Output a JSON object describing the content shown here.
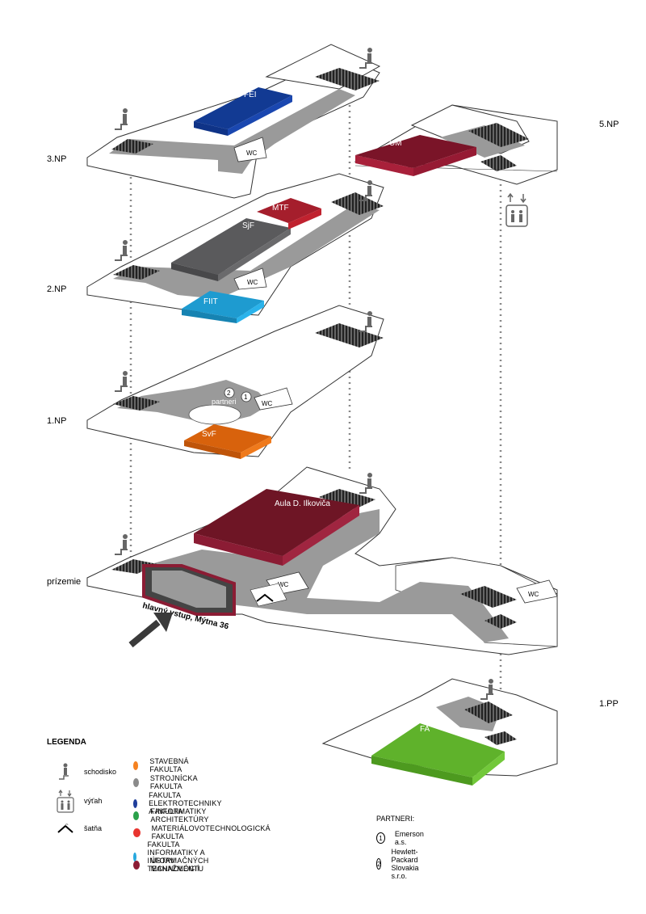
{
  "floors": {
    "np5": "5.NP",
    "np3": "3.NP",
    "np2": "2.NP",
    "np1": "1.NP",
    "ground": "prízemie",
    "pp1": "1.PP"
  },
  "blocks": {
    "fei": "FEI",
    "um": "ÚM",
    "mtf": "MTF",
    "sjf": "SjF",
    "fiit": "FIIT",
    "svf": "SvF",
    "aula": "Aula D. Ilkoviča",
    "fa": "FA"
  },
  "wc_label": "WC",
  "partners_area": "partneri",
  "partner_markers": [
    "2",
    "1"
  ],
  "entrance": "hlavný vstup, Mýtna 36",
  "legend": {
    "title": "LEGENDA",
    "symbols": {
      "stairs": "schodisko",
      "elevator": "výťah",
      "cloakroom": "šatňa"
    },
    "faculties": [
      {
        "label": "STAVEBNÁ FAKULTA",
        "color": "#f58220"
      },
      {
        "label": "STROJNÍCKA FAKULTA",
        "color": "#8a8a8a"
      },
      {
        "label": "FAKULTA ELEKTROTECHNIKY A INFORMATIKY",
        "color": "#1f3e9b"
      },
      {
        "label": "FAKULTA ARCHITEKTÚRY",
        "color": "#2aa14a"
      },
      {
        "label": "MATERIÁLOVOTECHNOLOGICKÁ FAKULTA",
        "color": "#e8342f"
      },
      {
        "label": "FAKULTA INFORMATIKY A INFORMAČNÝCH TECHNOLÓGIÍ",
        "color": "#27a8de"
      },
      {
        "label": "ÚSTAV MANAŽMENTU",
        "color": "#8b1c34"
      }
    ]
  },
  "partners": {
    "title": "PARTNERI:",
    "items": [
      {
        "num": "1",
        "name": "Emerson a.s."
      },
      {
        "num": "2",
        "name": "Hewlett-Packard Slovakia s.r.o."
      }
    ]
  },
  "colors": {
    "corridor": "#9a9a9a",
    "fei": "#123a93",
    "um": "#7a1428",
    "mtf": "#a51e2c",
    "sjf": "#5a5a5c",
    "fiit": "#1e9bd0",
    "svf": "#d8620c",
    "aula": "#6e1525",
    "fa": "#5fb22b"
  }
}
